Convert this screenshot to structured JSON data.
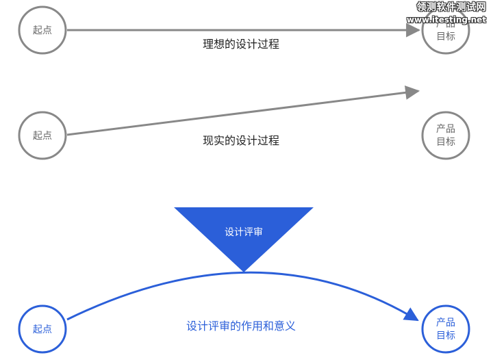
{
  "colors": {
    "gray": "#888888",
    "gray_text": "#666666",
    "caption_dark": "#222222",
    "blue": "#2b5fd9",
    "blue_text": "#2b5fd9"
  },
  "row_ideal": {
    "start_label": "起点",
    "target_label_line1": "产品",
    "target_label_line2": "目标",
    "caption": "理想的设计过程"
  },
  "row_real": {
    "start_label": "起点",
    "target_label_line1": "产品",
    "target_label_line2": "目标",
    "caption": "现实的设计过程"
  },
  "row_review": {
    "funnel_label": "设计评审",
    "start_label": "起点",
    "target_label_line1": "产品",
    "target_label_line2": "目标",
    "caption": "设计评审的作用和意义"
  },
  "watermark": {
    "line1": "领测软件测试网",
    "line2": "www.itesting.net"
  }
}
